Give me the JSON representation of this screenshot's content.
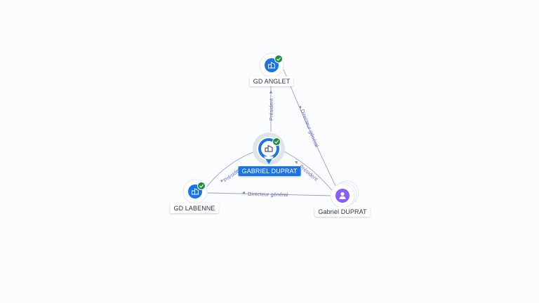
{
  "colors": {
    "company": "#1a73e8",
    "person": "#8b5cf6",
    "verified": "#1e8e3e",
    "edge": "#9aa0b4",
    "edge_label": "#6b6fc6"
  },
  "nodes": [
    {
      "id": "gd-anglet",
      "label": "GD ANGLET",
      "kind": "company",
      "icon": "building-icon",
      "verified": true,
      "primary": false
    },
    {
      "id": "gabriel-duprat-co",
      "label": "GABRIEL DUPRAT",
      "kind": "company",
      "icon": "building-icon",
      "verified": true,
      "primary": true
    },
    {
      "id": "gd-labenne",
      "label": "GD LABENNE",
      "kind": "company",
      "icon": "building-icon",
      "verified": true,
      "primary": false
    },
    {
      "id": "gabriel-duprat-person",
      "label": "Gabriel DUPRAT",
      "kind": "person",
      "icon": "person-icon",
      "verified": false,
      "primary": false
    }
  ],
  "edges": [
    {
      "id": "e1",
      "label": "Président"
    },
    {
      "id": "e2",
      "label": "Président"
    },
    {
      "id": "e3",
      "label": "Président"
    },
    {
      "id": "e4",
      "label": "Directeur général"
    },
    {
      "id": "e5",
      "label": "Directeur général"
    }
  ]
}
